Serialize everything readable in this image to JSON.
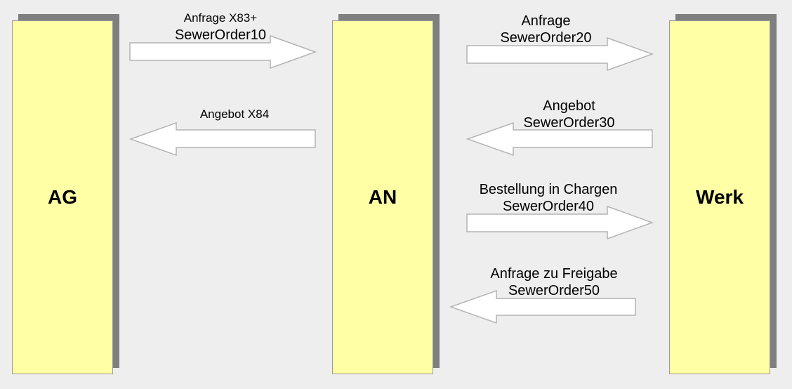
{
  "actors": {
    "ag": "AG",
    "an": "AN",
    "werk": "Werk"
  },
  "messages": [
    {
      "line1": "Anfrage X83+",
      "line2": "SewerOrder10"
    },
    {
      "line1": "Angebot X84",
      "line2": ""
    },
    {
      "line1": "Anfrage",
      "line2": "SewerOrder20"
    },
    {
      "line1": "Angebot",
      "line2": "SewerOrder30"
    },
    {
      "line1": "Bestellung in Chargen",
      "line2": "SewerOrder40"
    },
    {
      "line1": "Anfrage zu Freigabe",
      "line2": "SewerOrder50"
    }
  ],
  "colors": {
    "actor_fill": "#ffffa6",
    "actor_shadow": "#7f7f7f",
    "arrow_fill": "#ffffff",
    "arrow_stroke": "#b3b3b3",
    "background": "#eeeeee"
  }
}
